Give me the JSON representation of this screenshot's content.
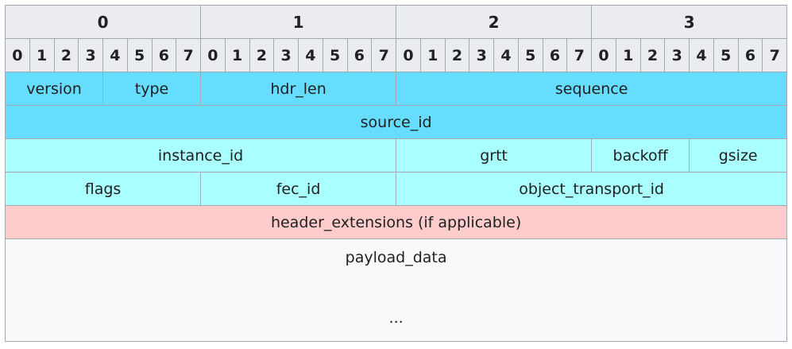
{
  "bytes": [
    "0",
    "1",
    "2",
    "3"
  ],
  "bits": [
    "0",
    "1",
    "2",
    "3",
    "4",
    "5",
    "6",
    "7",
    "0",
    "1",
    "2",
    "3",
    "4",
    "5",
    "6",
    "7",
    "0",
    "1",
    "2",
    "3",
    "4",
    "5",
    "6",
    "7",
    "0",
    "1",
    "2",
    "3",
    "4",
    "5",
    "6",
    "7"
  ],
  "rows": [
    {
      "fields": [
        {
          "label": "version",
          "bits": 4,
          "color": "#66ddff"
        },
        {
          "label": "type",
          "bits": 4,
          "color": "#66ddff"
        },
        {
          "label": "hdr_len",
          "bits": 8,
          "color": "#66ddff"
        },
        {
          "label": "sequence",
          "bits": 16,
          "color": "#66ddff"
        }
      ]
    },
    {
      "fields": [
        {
          "label": "source_id",
          "bits": 32,
          "color": "#66ddff"
        }
      ]
    },
    {
      "fields": [
        {
          "label": "instance_id",
          "bits": 16,
          "color": "#aaffff"
        },
        {
          "label": "grtt",
          "bits": 8,
          "color": "#aaffff"
        },
        {
          "label": "backoff",
          "bits": 4,
          "color": "#aaffff"
        },
        {
          "label": "gsize",
          "bits": 4,
          "color": "#aaffff"
        }
      ]
    },
    {
      "fields": [
        {
          "label": "flags",
          "bits": 8,
          "color": "#aaffff"
        },
        {
          "label": "fec_id",
          "bits": 8,
          "color": "#aaffff"
        },
        {
          "label": "object_transport_id",
          "bits": 16,
          "color": "#aaffff"
        }
      ]
    },
    {
      "fields": [
        {
          "label": "header_extensions (if applicable)",
          "bits": 32,
          "color": "#ffcccc"
        }
      ]
    }
  ],
  "payload": {
    "label": "payload_data",
    "continuation": "...",
    "color": "#f8f9fa"
  }
}
